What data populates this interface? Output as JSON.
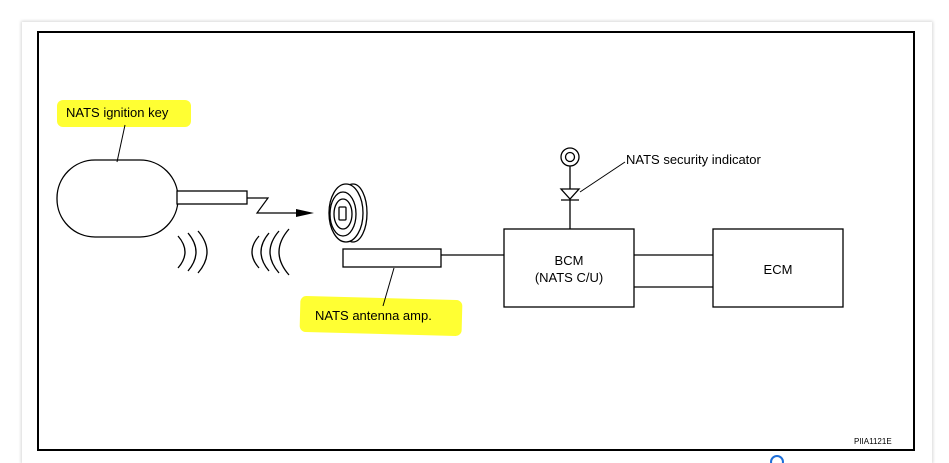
{
  "diagram": {
    "labels": {
      "ignition_key": "NATS ignition key",
      "antenna_amp": "NATS antenna amp.",
      "security_indicator": "NATS security indicator",
      "bcm_line1": "BCM",
      "bcm_line2": "(NATS C/U)",
      "ecm": "ECM",
      "figure_code": "PIIA1121E"
    },
    "colors": {
      "highlight": "#ffff33",
      "line": "#000000",
      "background": "#ffffff"
    },
    "icons": [
      "ignition-key-shape",
      "antenna-coil",
      "indicator-lamp",
      "diode-symbol",
      "radio-wave-symbols",
      "link-icon"
    ]
  }
}
